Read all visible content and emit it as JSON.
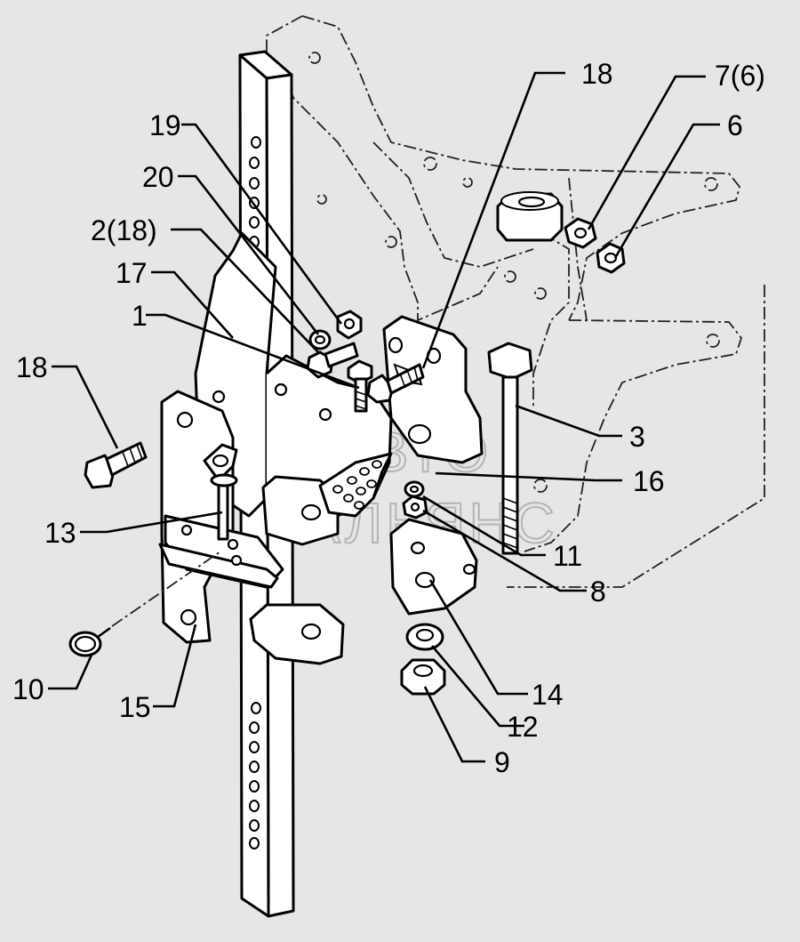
{
  "watermark": {
    "line1": "АВТО",
    "line2": "АЛЬЯНС"
  },
  "callouts": [
    {
      "id": "c18-top",
      "label": "18"
    },
    {
      "id": "c7",
      "label": "7(6)"
    },
    {
      "id": "c6",
      "label": "6"
    },
    {
      "id": "c19",
      "label": "19"
    },
    {
      "id": "c20",
      "label": "20"
    },
    {
      "id": "c2",
      "label": "2(18)"
    },
    {
      "id": "c17",
      "label": "17"
    },
    {
      "id": "c1",
      "label": "1"
    },
    {
      "id": "c18-left",
      "label": "18"
    },
    {
      "id": "c3",
      "label": "3"
    },
    {
      "id": "c16",
      "label": "16"
    },
    {
      "id": "c13",
      "label": "13"
    },
    {
      "id": "c11",
      "label": "11"
    },
    {
      "id": "c8",
      "label": "8"
    },
    {
      "id": "c10",
      "label": "10"
    },
    {
      "id": "c14",
      "label": "14"
    },
    {
      "id": "c15",
      "label": "15"
    },
    {
      "id": "c12",
      "label": "12"
    },
    {
      "id": "c9",
      "label": "9"
    }
  ]
}
